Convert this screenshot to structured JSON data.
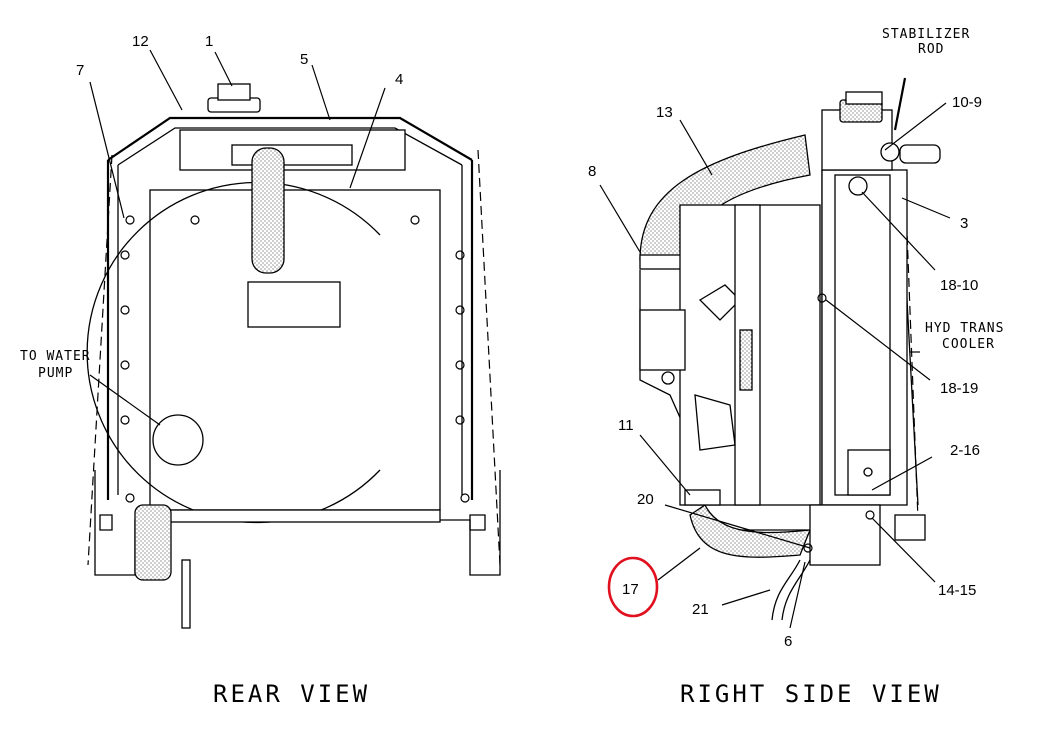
{
  "views": {
    "rear": {
      "caption": "REAR VIEW",
      "callouts": [
        "12",
        "1",
        "5",
        "7",
        "4"
      ],
      "note": "TO WATER\nPUMP"
    },
    "right": {
      "caption": "RIGHT SIDE VIEW",
      "stabilizer": "STABILIZER\nROD",
      "hyd": "HYD TRANS\nCOOLER",
      "callouts": [
        "13",
        "10-9",
        "8",
        "3",
        "18-10",
        "18-19",
        "11",
        "2-16",
        "20",
        "14-15",
        "17",
        "21",
        "6"
      ]
    }
  },
  "highlighted_callout": "17",
  "highlight_color": "#e0101e"
}
